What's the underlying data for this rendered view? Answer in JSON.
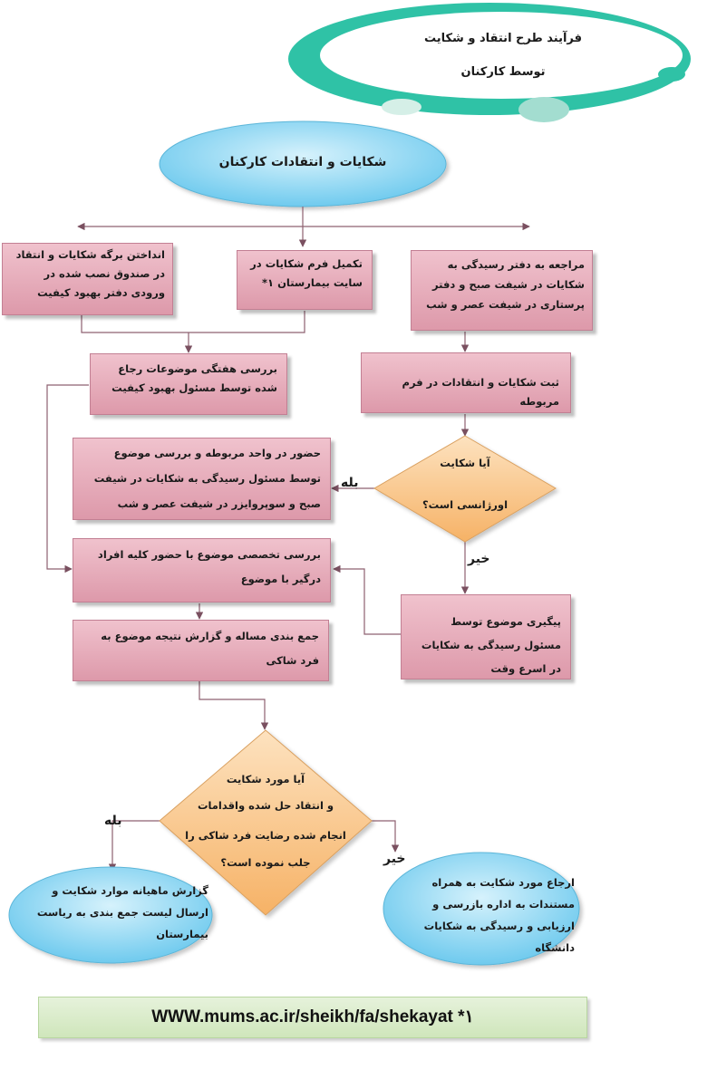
{
  "header": {
    "line1": "فرآیند طرح انتقاد و شکایت",
    "line2": "توسط کارکنان"
  },
  "start": "شکایات و انتقادات کارکنان",
  "boxes": {
    "box_dropbox": "انداختن برگه شکایات و انتقاد در صندوق نصب شده در ورودی دفتر بهبود کیفیت",
    "box_form": "تکمیل فرم شکایات در سایت بیمارستان ۱*",
    "box_visit": "مراجعه به دفتر رسیدگی به شکایات در شیفت صبح و دفتر پرستاری در شیفت عصر و شب",
    "box_weekly": "بررسی هفتگی موضوعات رجاع شده توسط مسئول بهبود کیفیت",
    "box_register": "ثبت شکایات و انتقادات در فرم مربوطه",
    "box_attend": "حضور در واحد مربوطه و بررسی موضوع توسط مسئول رسیدگی به شکایات در شیفت صبح و سوپروایزر در شیفت عصر و شب",
    "box_special": "بررسی تخصصی موضوع با حضور کلیه افراد درگیر با موضوع",
    "box_followup": "پیگیری موضوع توسط مسئول رسیدگی به شکایات در اسرع وقت",
    "box_summary": "جمع بندی مساله و گزارش نتیجه موضوع به فرد شاکی"
  },
  "decisions": {
    "urgent_line1": "آیا شکایت",
    "urgent_line2": "اورژانسی است؟",
    "resolved_line1": "آیا مورد شکایت",
    "resolved_line2": "و انتقاد حل شده واقدامات",
    "resolved_line3": "انجام شده رضایت فرد شاکی را",
    "resolved_line4": "جلب نموده است؟"
  },
  "labels": {
    "yes1": "بله",
    "no1": "خیر",
    "yes2": "بله",
    "no2": "خیر"
  },
  "ends": {
    "monthly": "گزارش ماهیانه موارد شکایت و ارسال لیست جمع بندی به ریاست بیمارستان",
    "refer": "ارجاع مورد شکایت به همراه مستندات به اداره بازرسی و ارزیابی و رسیدگی به شکایات دانشگاه"
  },
  "footer": "WWW.mums.ac.ir/sheikh/fa/shekayat  *۱",
  "colors": {
    "box_fill": "#e5aab8",
    "diamond_fill": "#fbc98e",
    "oval_fill": "#9fdcf4",
    "header_accent": "#2fc2a6",
    "footer_fill": "#d9ecc9",
    "line": "#8e5a6a"
  }
}
